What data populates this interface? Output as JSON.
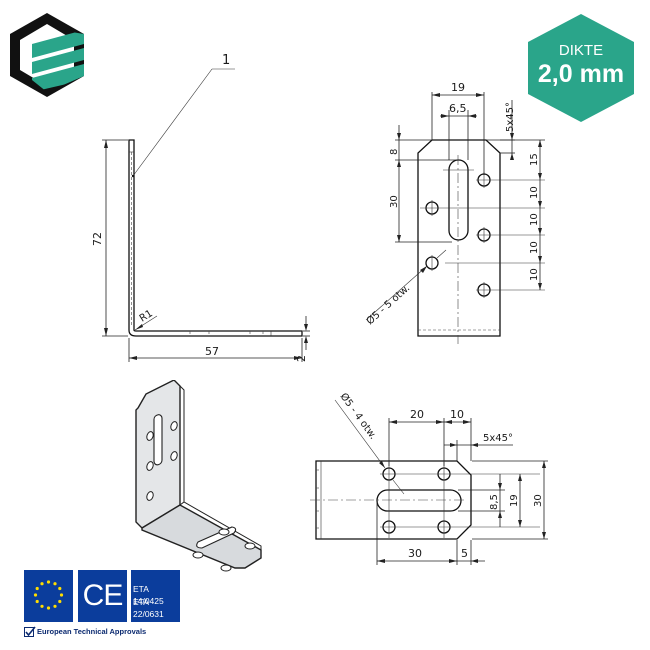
{
  "brand": {
    "logo_icon": "hexagon-stripes-logo",
    "colors": {
      "primary": "#2aa58a",
      "dark": "#111111"
    }
  },
  "thickness_badge": {
    "label": "DIKTE",
    "value": "2,0 mm",
    "color": "#2aa58a"
  },
  "side_view": {
    "callout": "1",
    "height": "72",
    "length": "57",
    "thickness": "2",
    "radius": "R1"
  },
  "front_view": {
    "width_top": "19",
    "slot_width": "6,5",
    "chamfer": "5x45°",
    "dim_8": "8",
    "dim_30": "30",
    "right_dims": [
      "15",
      "10",
      "10",
      "10",
      "10"
    ],
    "holes_label": "Ø5 - 5 otw."
  },
  "bottom_view": {
    "holes_label": "Ø5 - 4 otw.",
    "dim_20": "20",
    "dim_10": "10",
    "chamfer": "5x45°",
    "dim_8_5": "8,5",
    "dim_19": "19",
    "dim_30_right": "30",
    "dim_30_bottom": "30",
    "dim_5": "5"
  },
  "certification": {
    "eu_flag_icon": "eu-stars-flag",
    "ce_mark": "CE",
    "eta_lines": [
      "ETA 14/0425",
      "ETA 22/0631"
    ],
    "caption": "European Technical Approvals",
    "color": "#0b3d9c"
  }
}
